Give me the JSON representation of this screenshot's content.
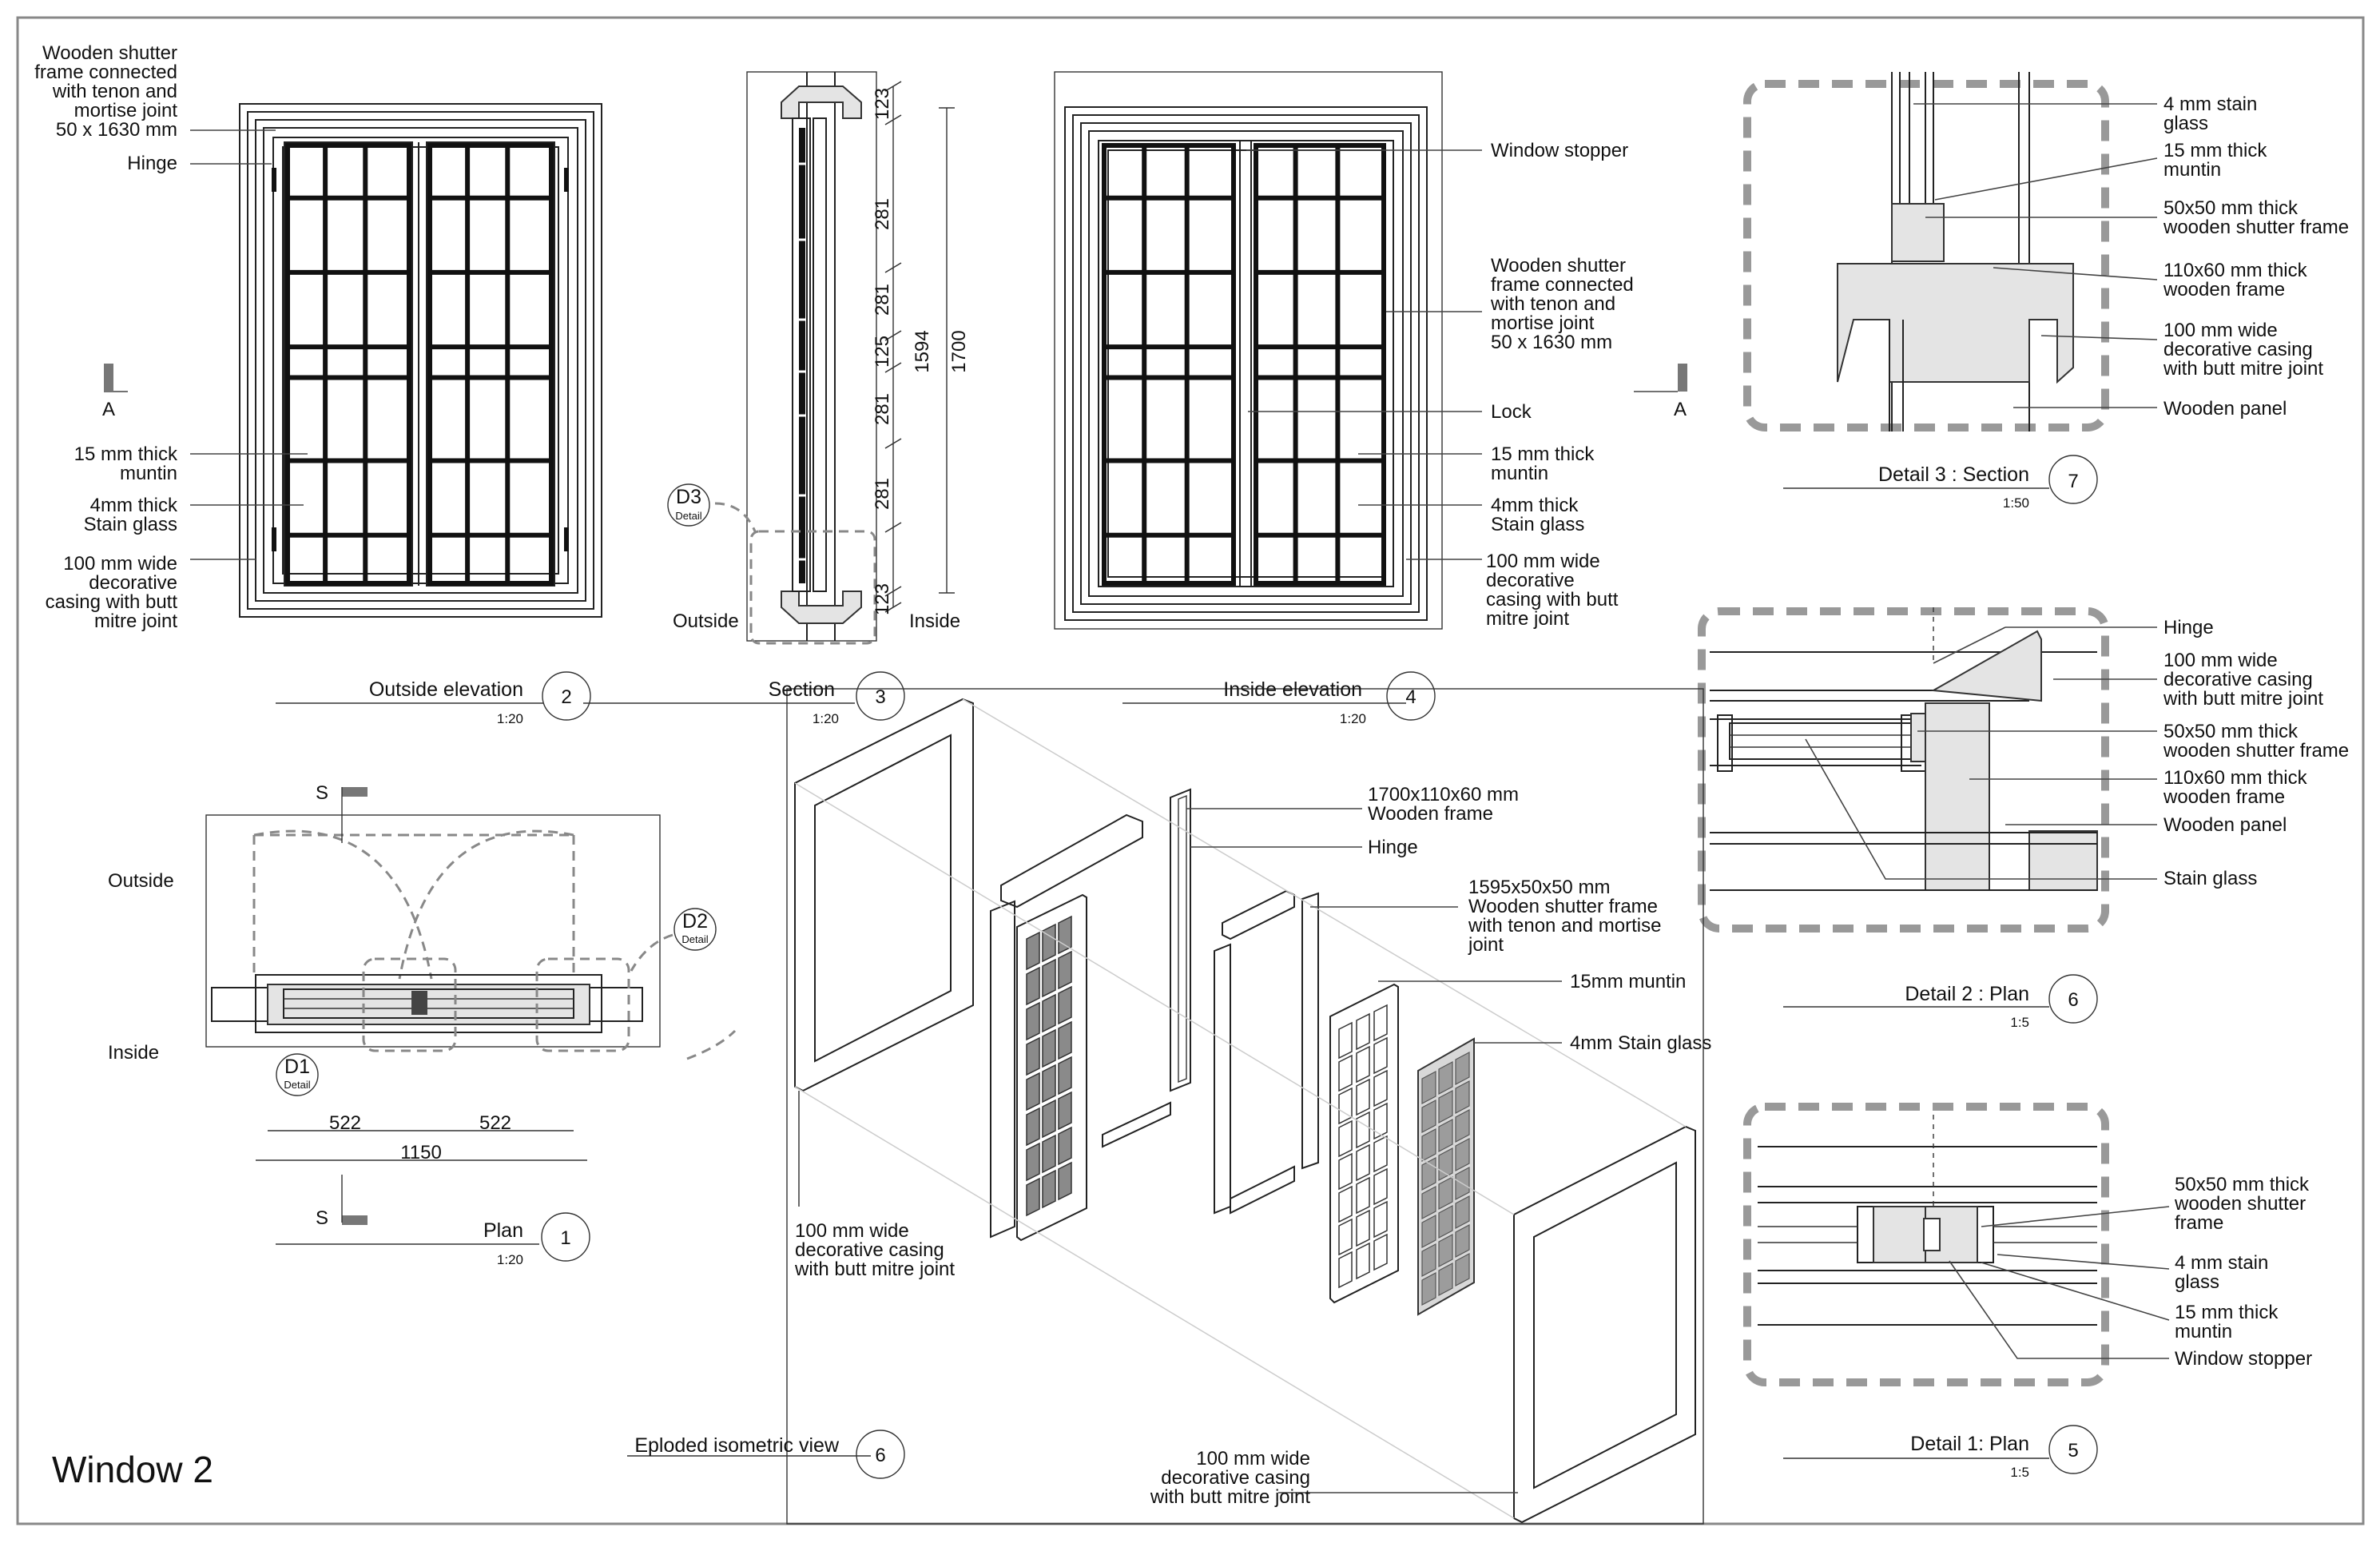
{
  "sheet_title": "Window 2",
  "outside_elevation": {
    "title": "Outside elevation",
    "number": "2",
    "scale": "1:20",
    "labels": {
      "frame_joint": [
        "Wooden shutter",
        "frame connected",
        "with tenon and",
        "mortise joint",
        "50 x 1630 mm"
      ],
      "hinge": [
        "Hinge"
      ],
      "muntin": [
        "15 mm thick",
        "muntin"
      ],
      "glass": [
        "4mm thick",
        "Stain glass"
      ],
      "casing": [
        "100 mm wide",
        "decorative",
        "casing with butt",
        "mitre joint"
      ]
    },
    "section_tag": "A"
  },
  "section": {
    "title": "Section",
    "number": "3",
    "scale": "1:20",
    "dims": [
      "123",
      "281",
      "281",
      "125",
      "281",
      "281",
      "123"
    ],
    "total_inner": "1594",
    "total_outer": "1700",
    "outside_label": "Outside",
    "inside_label": "Inside",
    "detail_tag": "D3",
    "detail_sub": "Detail"
  },
  "inside_elevation": {
    "title": "Inside elevation",
    "number": "4",
    "scale": "1:20",
    "labels": {
      "stopper": [
        "Window stopper"
      ],
      "frame_joint": [
        "Wooden shutter",
        "frame connected",
        "with tenon and",
        "mortise joint",
        "50 x 1630 mm"
      ],
      "lock": [
        "Lock"
      ],
      "muntin": [
        "15 mm thick",
        "muntin"
      ],
      "glass": [
        "4mm thick",
        "Stain glass"
      ],
      "casing": [
        "100 mm wide",
        "decorative",
        "casing with butt",
        "mitre joint"
      ]
    },
    "section_tag": "A"
  },
  "plan": {
    "title": "Plan",
    "number": "1",
    "scale": "1:20",
    "outside_label": "Outside",
    "inside_label": "Inside",
    "section_tag": "S",
    "dims": [
      "522",
      "522"
    ],
    "total": "1150",
    "detail_tags": [
      {
        "tag": "D1",
        "sub": "Detail"
      },
      {
        "tag": "D2",
        "sub": "Detail"
      }
    ]
  },
  "isometric": {
    "title": "Eploded isometric view",
    "number": "6",
    "labels": {
      "frame": [
        "1700x110x60 mm",
        "Wooden frame"
      ],
      "hinge": [
        "Hinge"
      ],
      "shutter": [
        "1595x50x50 mm",
        "Wooden shutter frame",
        "with tenon and mortise",
        "joint"
      ],
      "muntin": [
        "15mm muntin"
      ],
      "glass": [
        "4mm Stain glass"
      ],
      "casing_left": [
        "100 mm wide",
        "decorative casing",
        "with butt mitre joint"
      ],
      "casing_bottom": [
        "100 mm wide",
        "decorative casing",
        "with butt mitre joint"
      ]
    }
  },
  "detail3": {
    "title": "Detail 3 : Section",
    "number": "7",
    "scale": "1:50",
    "labels": [
      [
        "4 mm stain",
        "glass"
      ],
      [
        "15 mm thick",
        "muntin"
      ],
      [
        "50x50 mm thick",
        "wooden shutter frame"
      ],
      [
        "110x60 mm thick",
        "wooden frame"
      ],
      [
        "100 mm wide",
        "decorative casing",
        "with butt mitre joint"
      ],
      [
        "Wooden panel"
      ]
    ]
  },
  "detail2": {
    "title": "Detail 2 : Plan",
    "number": "6",
    "scale": "1:5",
    "labels": [
      [
        "Hinge"
      ],
      [
        "100 mm wide",
        "decorative casing",
        "with butt mitre joint"
      ],
      [
        "50x50 mm thick",
        "wooden shutter frame"
      ],
      [
        "110x60 mm thick",
        "wooden frame"
      ],
      [
        "Wooden panel"
      ],
      [
        "Stain glass"
      ]
    ]
  },
  "detail1": {
    "title": "Detail 1: Plan",
    "number": "5",
    "scale": "1:5",
    "labels": [
      [
        "50x50 mm thick",
        "wooden shutter",
        "frame"
      ],
      [
        "4 mm stain",
        "glass"
      ],
      [
        "15 mm thick",
        "muntin"
      ],
      [
        "Window stopper"
      ]
    ]
  }
}
